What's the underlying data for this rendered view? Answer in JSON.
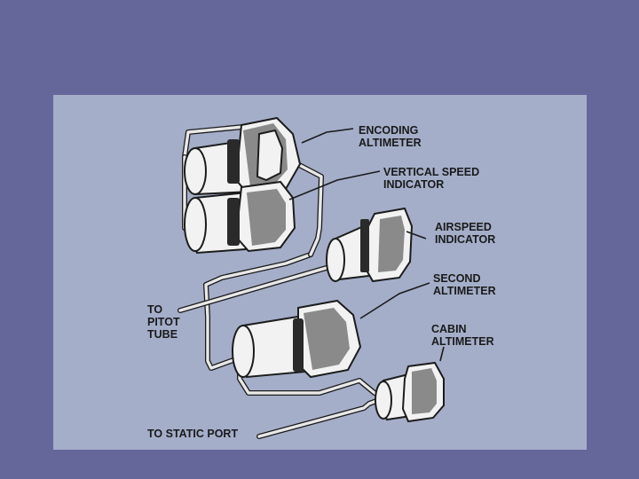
{
  "slide": {
    "background": "#65679b",
    "panel_color": "#a4aec9"
  },
  "labels": {
    "encoding_altimeter": [
      "ENCODING",
      "ALTIMETER"
    ],
    "vertical_speed_indicator": [
      "VERTICAL SPEED",
      "INDICATOR"
    ],
    "airspeed_indicator": [
      "AIRSPEED",
      "INDICATOR"
    ],
    "second_altimeter": [
      "SECOND",
      "ALTIMETER"
    ],
    "cabin_altimeter": [
      "CABIN",
      "ALTIMETER"
    ],
    "to_pitot_tube": [
      "TO",
      "PITOT",
      "TUBE"
    ],
    "to_static_port": "TO STATIC PORT"
  }
}
